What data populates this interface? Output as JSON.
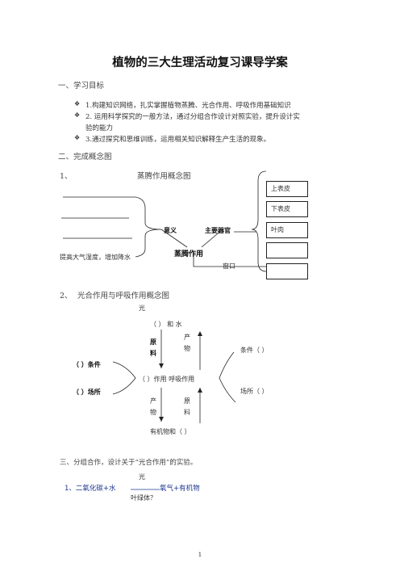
{
  "title": "植物的三大生理活动复习课导学案",
  "sections": {
    "s1": "一、学习目标",
    "s2": "二、完成概念图",
    "s3": "三、分组合作，设计关于“光合作用”的实验。"
  },
  "objectives": [
    "1.构建知识网络，扎实掌握植物蒸腾、光合作用、呼吸作用基础知识",
    "2. 运用科学探究的一般方法，通过分组合作设计对照实验，提升设计实",
    "验的能力",
    "3.通过探究和思维训练，运用相关知识解释生产生活的现象。"
  ],
  "map1": {
    "num": "1、",
    "title": "蒸腾作用概念图",
    "left_text": "提高大气湿度，增加降水",
    "yiyi": "意义",
    "zhuyao": "主要器官",
    "center": "蒸腾作用",
    "chuangkou": "窗口",
    "boxes": [
      "上表皮",
      "下表皮",
      "叶肉",
      "",
      ""
    ]
  },
  "map2": {
    "num": "2、",
    "title": "光合作用与呼吸作用概念图",
    "guang": "光",
    "top_line": "（   ）  和    水",
    "yuanliao_top": [
      "原",
      "料"
    ],
    "chanwu_top": [
      "产",
      "物"
    ],
    "condition_left": "（      ）条件",
    "place_left": "（      ）场所",
    "condition_right": "条件（      ）",
    "place_right": "场所（      ）",
    "middle": "（      ）作用   呼吸作用",
    "chanwu_bottom": [
      "产",
      "物"
    ],
    "yuanliao_bottom": [
      "原",
      "料"
    ],
    "bottom_line": "有机物和（          ）"
  },
  "experiment": {
    "guang": "光",
    "equation_left": "1、二氧化碳+水",
    "equation_right": "氧气+有机物",
    "below": "叶绿体？"
  },
  "page_number": "1"
}
